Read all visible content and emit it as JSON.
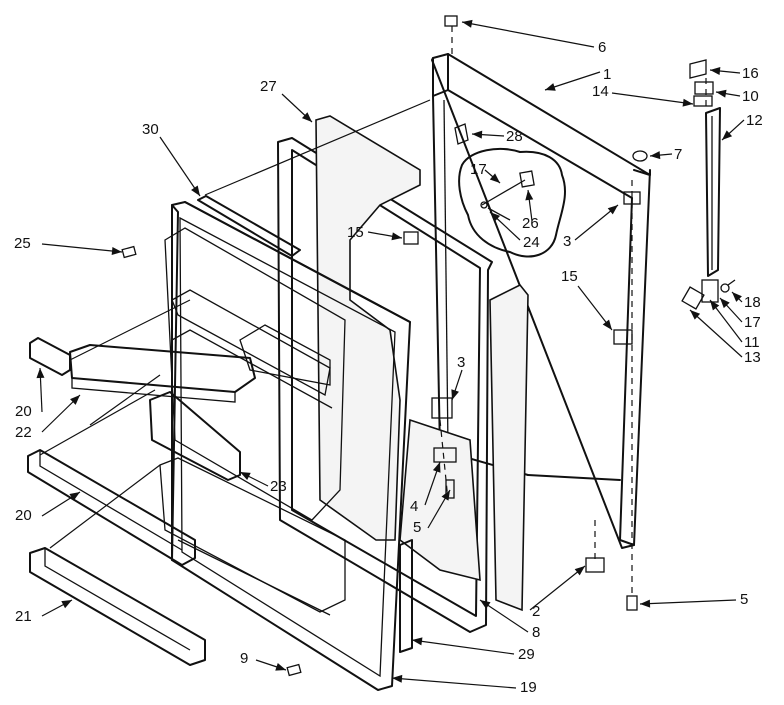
{
  "callouts": [
    {
      "id": "c6",
      "label": "6"
    },
    {
      "id": "c1",
      "label": "1"
    },
    {
      "id": "c16",
      "label": "16"
    },
    {
      "id": "c14",
      "label": "14"
    },
    {
      "id": "c10",
      "label": "10"
    },
    {
      "id": "c27",
      "label": "27"
    },
    {
      "id": "c28",
      "label": "28"
    },
    {
      "id": "c12",
      "label": "12"
    },
    {
      "id": "c30",
      "label": "30"
    },
    {
      "id": "c7",
      "label": "7"
    },
    {
      "id": "c17a",
      "label": "17"
    },
    {
      "id": "c26",
      "label": "26"
    },
    {
      "id": "c15a",
      "label": "15"
    },
    {
      "id": "c24",
      "label": "24"
    },
    {
      "id": "c3a",
      "label": "3"
    },
    {
      "id": "c25",
      "label": "25"
    },
    {
      "id": "c15b",
      "label": "15"
    },
    {
      "id": "c18",
      "label": "18"
    },
    {
      "id": "c17b",
      "label": "17"
    },
    {
      "id": "c11",
      "label": "11"
    },
    {
      "id": "c13",
      "label": "13"
    },
    {
      "id": "c3b",
      "label": "3"
    },
    {
      "id": "c20a",
      "label": "20"
    },
    {
      "id": "c22",
      "label": "22"
    },
    {
      "id": "c23",
      "label": "23"
    },
    {
      "id": "c4",
      "label": "4"
    },
    {
      "id": "c20b",
      "label": "20"
    },
    {
      "id": "c5a",
      "label": "5"
    },
    {
      "id": "c5b",
      "label": "5"
    },
    {
      "id": "c2",
      "label": "2"
    },
    {
      "id": "c21",
      "label": "21"
    },
    {
      "id": "c8",
      "label": "8"
    },
    {
      "id": "c29",
      "label": "29"
    },
    {
      "id": "c9",
      "label": "9"
    },
    {
      "id": "c19",
      "label": "19"
    }
  ]
}
